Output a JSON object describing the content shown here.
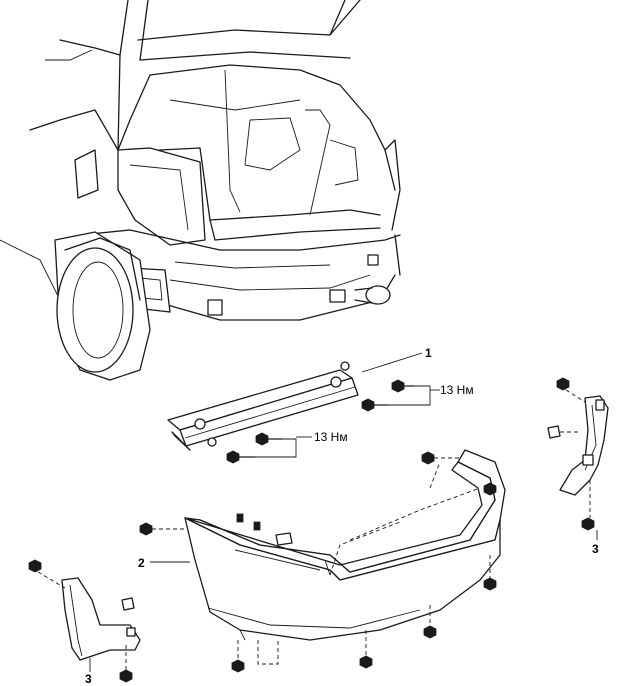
{
  "callouts": {
    "part_1": "1",
    "part_2": "2",
    "part_3_left": "3",
    "part_3_right": "3"
  },
  "torque": {
    "upper": "13 Нм",
    "lower": "13 Нм"
  }
}
